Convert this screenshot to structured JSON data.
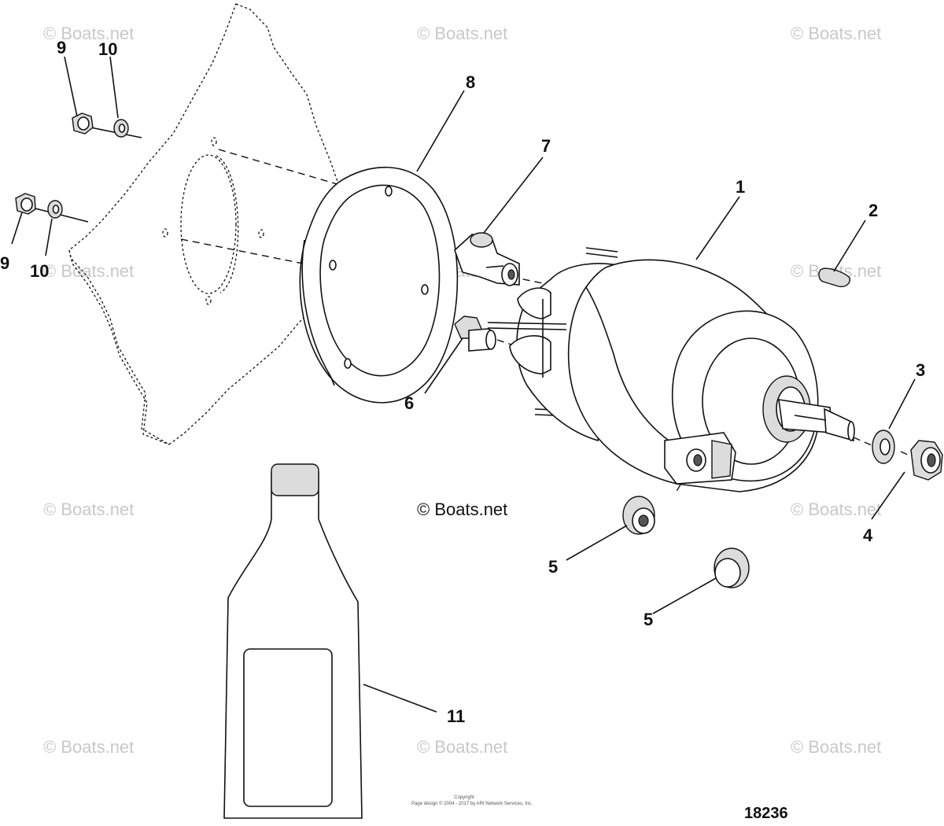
{
  "watermark": "© Boats.net",
  "center_watermark": "© Boats.net",
  "callouts": {
    "c1": "1",
    "c2": "2",
    "c3": "3",
    "c4": "4",
    "c5": "5",
    "c6": "6",
    "c7": "7",
    "c8": "8",
    "c9": "9",
    "c10": "10",
    "c11": "11"
  },
  "diagram_number": "18236",
  "copyright_line1": "Copyright",
  "copyright_line2": "Page design © 2004 - 2017 by ARI Network Services, Inc."
}
